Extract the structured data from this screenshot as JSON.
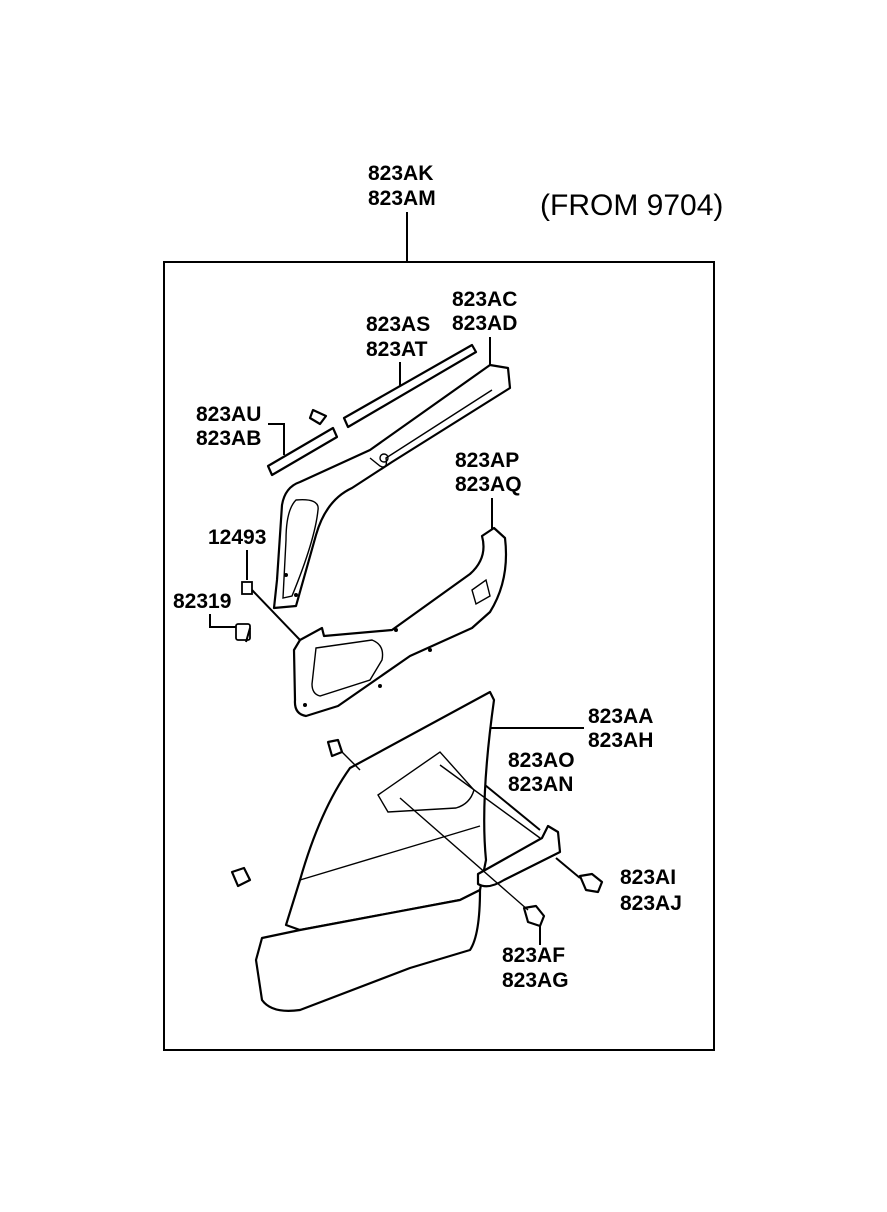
{
  "note": "(FROM 9704)",
  "callouts": [
    {
      "id": "assembly",
      "lines": [
        "823AK",
        "823AM"
      ]
    },
    {
      "id": "upper-trim",
      "lines": [
        "823AC",
        "823AD"
      ]
    },
    {
      "id": "weatherstrip",
      "lines": [
        "823AS",
        "823AT"
      ]
    },
    {
      "id": "small-strip",
      "lines": [
        "823AU",
        "823AB"
      ]
    },
    {
      "id": "armrest-frame",
      "lines": [
        "823AP",
        "823AQ"
      ]
    },
    {
      "id": "clip-12493",
      "lines": [
        "12493"
      ]
    },
    {
      "id": "clip-82319",
      "lines": [
        "82319"
      ]
    },
    {
      "id": "lower-panel",
      "lines": [
        "823AA",
        "823AH"
      ]
    },
    {
      "id": "pull-handle",
      "lines": [
        "823AO",
        "823AN"
      ]
    },
    {
      "id": "screw-right",
      "lines": [
        "823AI",
        "823AJ"
      ]
    },
    {
      "id": "screw-bottom",
      "lines": [
        "823AF",
        "823AG"
      ]
    }
  ]
}
